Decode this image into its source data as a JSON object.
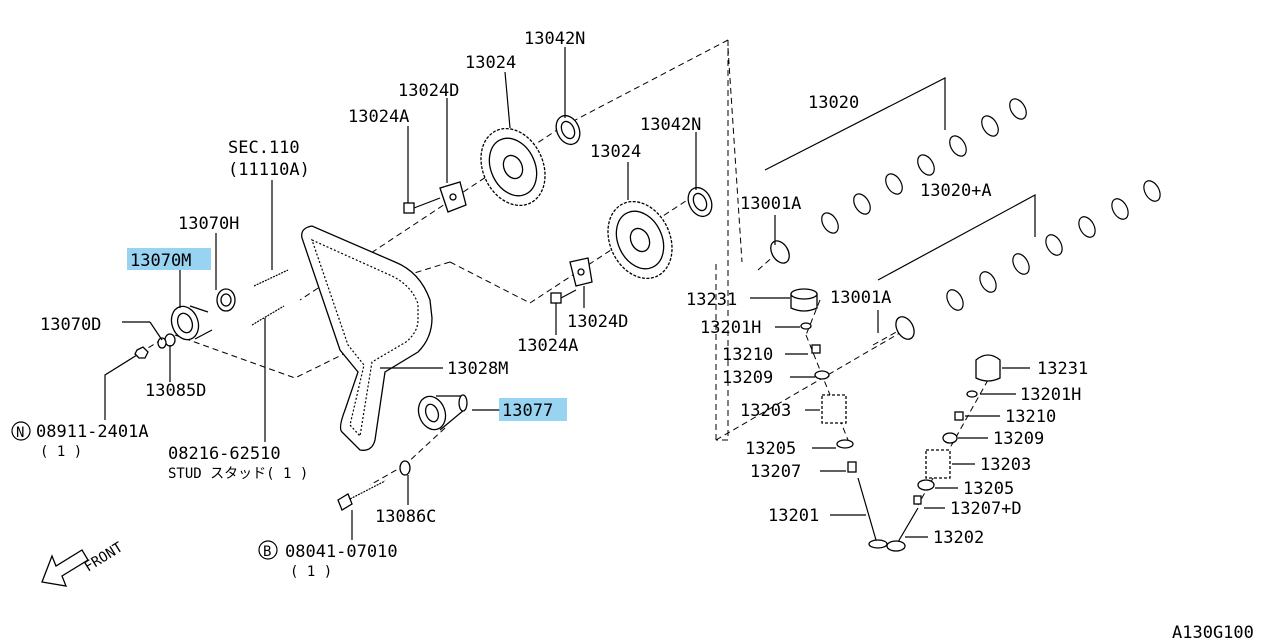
{
  "diagram_id": "A130G100",
  "highlight_color": "#7ec8ee",
  "front_label": "FRONT",
  "parts": {
    "p13042N_a": "13042N",
    "p13024_a": "13024",
    "p13024D_a": "13024D",
    "p13024A_a": "13024A",
    "sec110": "SEC.110",
    "sec110_ref": "(11110A)",
    "p13070H": "13070H",
    "p13070M": "13070M",
    "p13070D": "13070D",
    "p13085D": "13085D",
    "n_bolt": "08911-2401A",
    "n_bolt_qty": "( 1 )",
    "n_symbol": "N",
    "stud_no": "08216-62510",
    "stud_desc": "STUD スタッド( 1 )",
    "p13042N_b": "13042N",
    "p13024_b": "13024",
    "p13024D_b": "13024D",
    "p13024A_b": "13024A",
    "p13028M": "13028M",
    "p13077": "13077",
    "p13086C": "13086C",
    "b_bolt": "08041-07010",
    "b_bolt_qty": "( 1 )",
    "b_symbol": "B",
    "p13020": "13020",
    "p13020A": "13020+A",
    "p13001A_a": "13001A",
    "p13001A_b": "13001A",
    "p13231_a": "13231",
    "p13201H_a": "13201H",
    "p13210_a": "13210",
    "p13209_a": "13209",
    "p13203_a": "13203",
    "p13205_a": "13205",
    "p13207_a": "13207",
    "p13201": "13201",
    "p13231_b": "13231",
    "p13201H_b": "13201H",
    "p13210_b": "13210",
    "p13209_b": "13209",
    "p13203_b": "13203",
    "p13205_b": "13205",
    "p13207D": "13207+D",
    "p13202": "13202"
  }
}
